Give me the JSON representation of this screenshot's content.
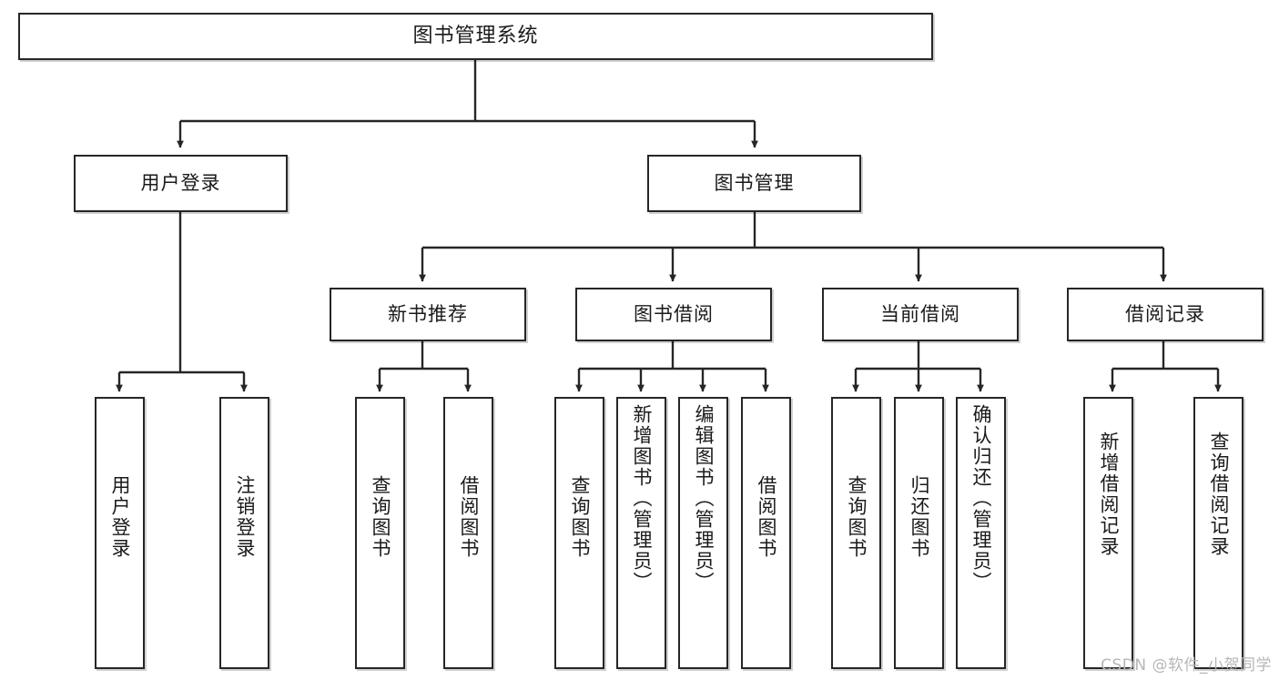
{
  "diagram": {
    "type": "tree",
    "title": "图书管理系统",
    "watermark": "CSDN @软件_小贺同学",
    "colors": {
      "box_border": "#262626",
      "box_fill": "#ffffff",
      "edge": "#262626",
      "text": "#1a1a1a",
      "watermark": "#b6b6b6"
    },
    "nodes": {
      "root": {
        "label": "图书管理系统"
      },
      "level2": [
        {
          "label": "用户登录"
        },
        {
          "label": "图书管理"
        }
      ],
      "level3": [
        {
          "label": "新书推荐"
        },
        {
          "label": "图书借阅"
        },
        {
          "label": "当前借阅"
        },
        {
          "label": "借阅记录"
        }
      ],
      "leaves_user_login": [
        {
          "label": "用户登录"
        },
        {
          "label": "注销登录"
        }
      ],
      "leaves_new_book": [
        {
          "label": "查询图书"
        },
        {
          "label": "借阅图书"
        }
      ],
      "leaves_borrow": [
        {
          "label": "查询图书"
        },
        {
          "label": "新增图书（管理员）"
        },
        {
          "label": "编辑图书（管理员）"
        },
        {
          "label": "借阅图书"
        }
      ],
      "leaves_current": [
        {
          "label": "查询图书"
        },
        {
          "label": "归还图书"
        },
        {
          "label": "确认归还（管理员）"
        }
      ],
      "leaves_record": [
        {
          "label": "新增借阅记录"
        },
        {
          "label": "查询借阅记录"
        }
      ]
    }
  }
}
